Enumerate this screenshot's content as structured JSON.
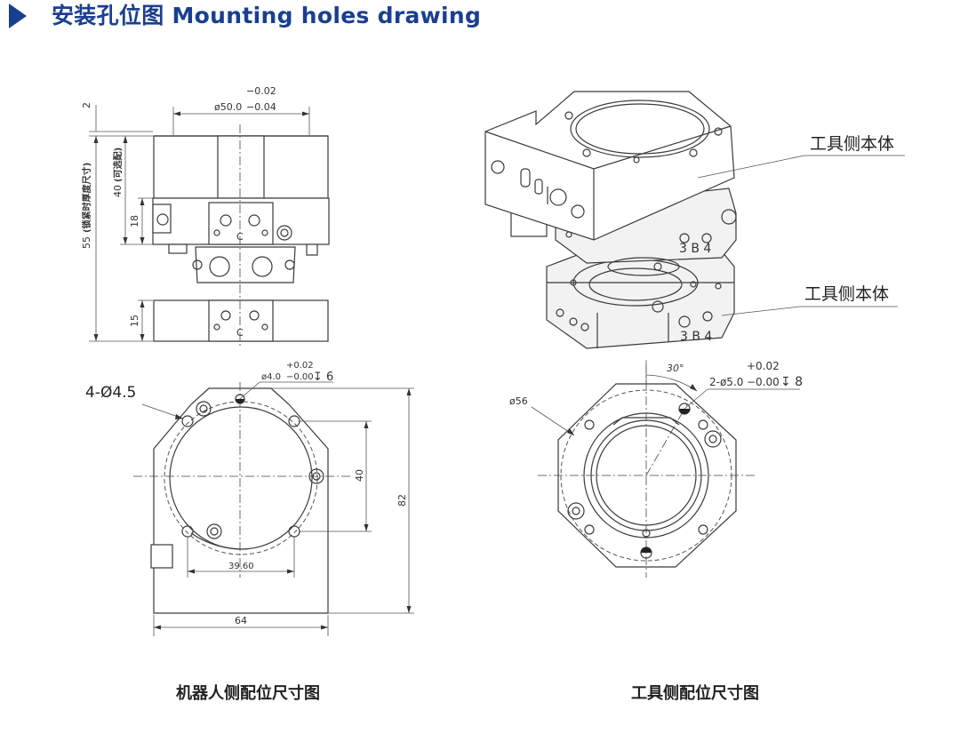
{
  "header": {
    "title": "安装孔位图 Mounting holes drawing",
    "accent_color": "#1b3f8f",
    "icon": "chevron-right-icon"
  },
  "side_view": {
    "dim_tol_upper": "−0.02",
    "dim_diameter": "ø50.0",
    "dim_tol_lower": "−0.04",
    "dim_top_gap": "2",
    "dim_total_height": "55",
    "dim_total_height_note": "(锁紧时厚度尺寸)",
    "dim_optional_height": "40",
    "dim_optional_note": "(可选配)",
    "dim_middle": "18",
    "dim_bottom": "15",
    "center_mark_1": "C",
    "center_mark_2": "C"
  },
  "robot_plan": {
    "holes_label": "4-Ø4.5",
    "pin_tol_upper": "+0.02",
    "pin_spec": "ø4.0",
    "pin_tol_lower": "−0.00",
    "pin_depth": "↧ 6",
    "dim_vertical_spacing": "40",
    "dim_height": "82",
    "dim_horizontal_spacing": "39.60",
    "dim_width": "64"
  },
  "tool_plan": {
    "angle": "30°",
    "pin_tol_upper": "+0.02",
    "pin_spec": "2-ø5.0",
    "pin_tol_lower": "−0.00",
    "pin_depth": "↧ 8",
    "dim_bolt_circle": "ø56"
  },
  "iso_view": {
    "callout_upper": "工具侧本体",
    "callout_lower": "工具侧本体",
    "engraving_upper": "3 B 4",
    "engraving_lower": "3 B 4"
  },
  "captions": {
    "robot_side": "机器人侧配位尺寸图",
    "tool_side": "工具侧配位尺寸图"
  }
}
